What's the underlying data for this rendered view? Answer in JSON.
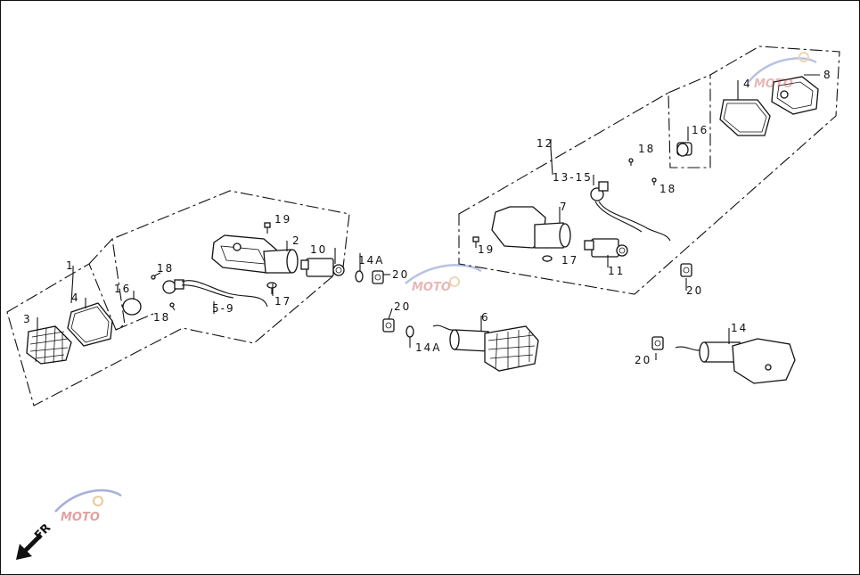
{
  "labels": {
    "l1": "1",
    "l2": "2",
    "l3": "3",
    "l4a": "4",
    "l4b": "4",
    "l5_9": "5-9",
    "l6": "6",
    "l7": "7",
    "l8": "8",
    "l10": "10",
    "l11": "11",
    "l12": "12",
    "l13_15": "13-15",
    "l14": "14",
    "l14a_a": "14A",
    "l14a_b": "14A",
    "l16a": "16",
    "l16b": "16",
    "l17a": "17",
    "l17b": "17",
    "l18a": "18",
    "l18b": "18",
    "l18c": "18",
    "l18d": "18",
    "l19a": "19",
    "l19b": "19",
    "l20a": "20",
    "l20b": "20",
    "l20c": "20",
    "l20d": "20"
  },
  "direction": "FR",
  "icons": [
    "front-direction-arrow-icon",
    "moto-watermark-logo"
  ],
  "watermark_text": "MOTO"
}
